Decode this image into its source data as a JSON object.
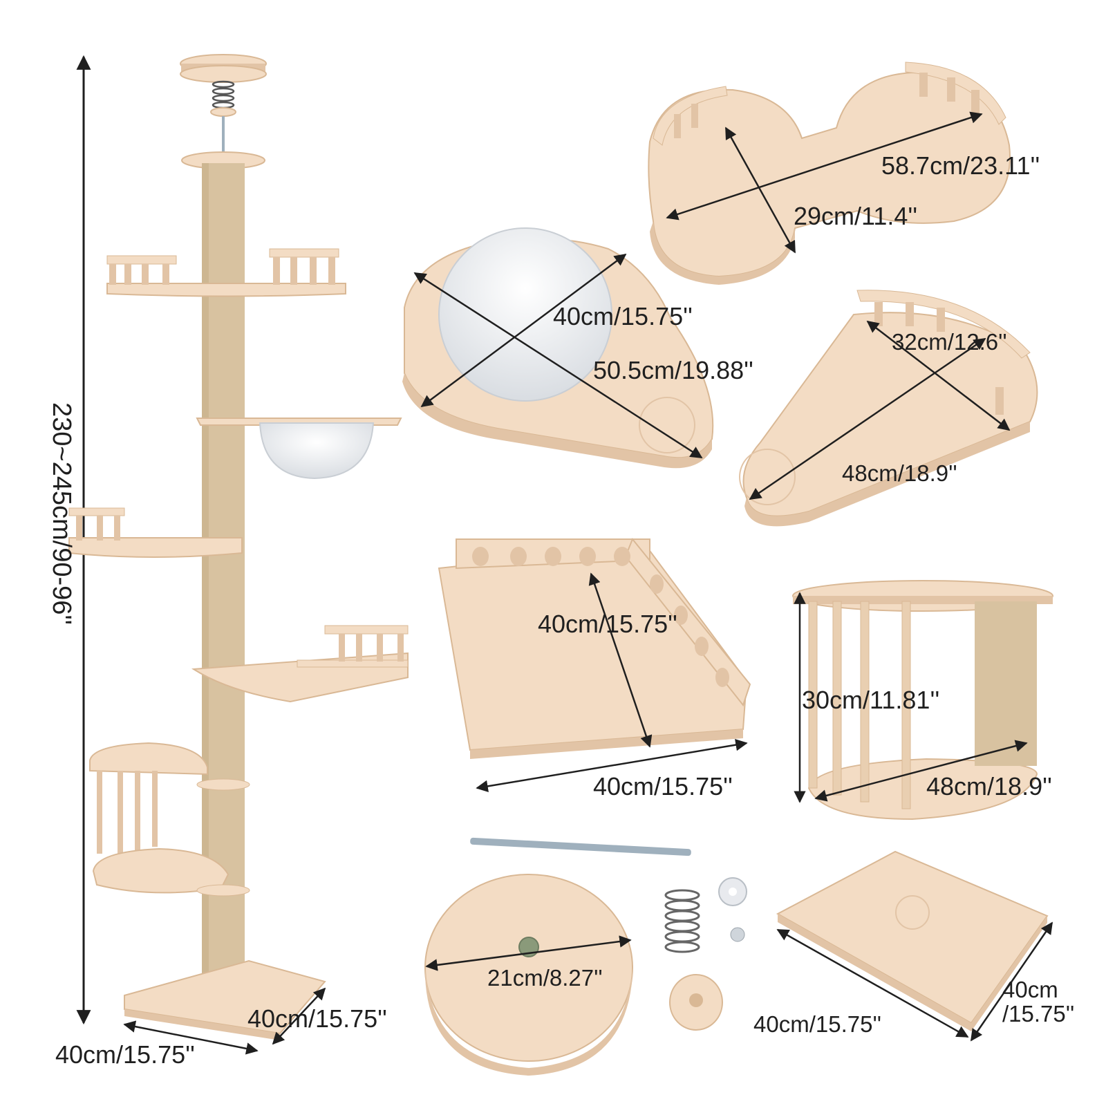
{
  "colors": {
    "wood": "#f3dcc4",
    "wood_dark": "#e2c4a6",
    "wood_edge": "#d9b895",
    "sisal": "#d8c2a0",
    "sisal_dark": "#c7ad87",
    "acrylic": "#eef0f2",
    "metal": "#9fb0bd",
    "line": "#1f1f1f"
  },
  "labels": {
    "tree_height": "230~245cm/90-96''",
    "base_width": "40cm/15.75''",
    "base_depth": "40cm/15.75''",
    "double_platform_length": "58.7cm/23.11''",
    "double_platform_width": "29cm/11.4''",
    "bowl_platform_width": "40cm/15.75''",
    "bowl_platform_length": "50.5cm/19.88''",
    "tri_platform_width": "32cm/12.6''",
    "tri_platform_length": "48cm/18.9''",
    "square_platform_depth": "40cm/15.75''",
    "square_platform_width": "40cm/15.75''",
    "cage_height": "30cm/11.81''",
    "cage_width": "48cm/18.9''",
    "disc_diameter": "21cm/8.27''",
    "base_board_width": "40cm/15.75''",
    "base_board_depth_1": "40cm",
    "base_board_depth_2": "/15.75''"
  }
}
